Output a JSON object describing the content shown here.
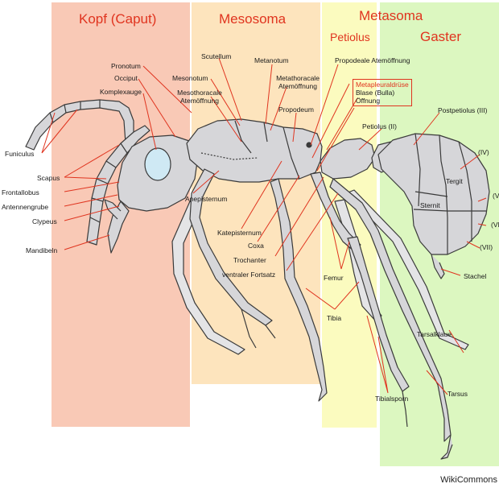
{
  "regions": {
    "head": "Kopf (Caput)",
    "mesosoma": "Mesosoma",
    "metasoma": "Metasoma",
    "petiolus": "Petiolus",
    "gaster": "Gaster"
  },
  "labels": {
    "pronotum": "Pronotum",
    "occiput": "Occiput",
    "komplexauge": "Komplexauge",
    "funiculus": "Funiculus",
    "scapus": "Scapus",
    "frontallobus": "Frontallobus",
    "antennengrube": "Antennengrube",
    "clypeus": "Clypeus",
    "mandibeln": "Mandibeln",
    "scutellum": "Scutellum",
    "metanotum": "Metanotum",
    "mesonotum": "Mesonotum",
    "mesothoracale_line1": "Mesothoracale",
    "mesothoracale_line2": "Atemöffnung",
    "metathoracale_line1": "Metathoracale",
    "metathoracale_line2": "Atemöffnung",
    "propodeum": "Propodeum",
    "propodeale": "Propodeale Atemöffnung",
    "metapleuraldruese": "Metapleuraldrüse",
    "blase": "Blase (Bulla)",
    "oeffnung": "Öffnung",
    "petiolus_ii": "Petiolus (II)",
    "postpetiolus": "Postpetiolus (III)",
    "iv": "(IV)",
    "v": "(V",
    "vi": "(VI",
    "vii": "(VII)",
    "tergit": "Tergit",
    "sternit": "Sternit",
    "stachel": "Stachel",
    "anepisternum": "Anepisternum",
    "katepisternum": "Katepisternum",
    "coxa": "Coxa",
    "trochanter": "Trochanter",
    "ventraler": "ventraler Fortsatz",
    "femur": "Femur",
    "tibia": "Tibia",
    "tarsalklaue": "Tarsalklaue",
    "tarsus": "Tarsus",
    "tibialsporn": "Tibialsporn"
  },
  "credit": "WikiCommons",
  "colors": {
    "head_band": "#f9c9b6",
    "mesosoma_band": "#fde4bd",
    "petiolus_band": "#fbfbbf",
    "gaster_band": "#dcf7c0",
    "title": "#e0341f",
    "body": "#d6d6d9",
    "outline": "#3a3a3a",
    "pointer": "#e0341f"
  }
}
